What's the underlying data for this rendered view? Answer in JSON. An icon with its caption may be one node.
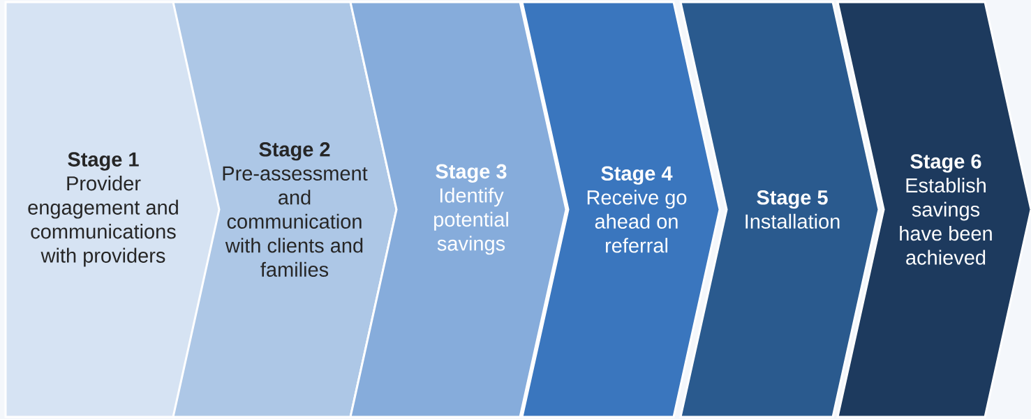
{
  "diagram": {
    "nodes": [
      {
        "text": [
          "Stage 1",
          "Provider engagement and communications with providers"
        ]
      },
      {
        "text": [
          "Stage 2",
          "Pre-assessment and communication with clients and families"
        ]
      },
      {
        "text": [
          "Stage 3",
          "Identify potential savings"
        ]
      },
      {
        "text": [
          "Stage 4",
          "Receive go ahead on referral"
        ]
      },
      {
        "text": [
          "Stage 5",
          "Installation"
        ]
      },
      {
        "text": [
          "Stage 6",
          "Establish savings have been achieved"
        ]
      }
    ]
  }
}
